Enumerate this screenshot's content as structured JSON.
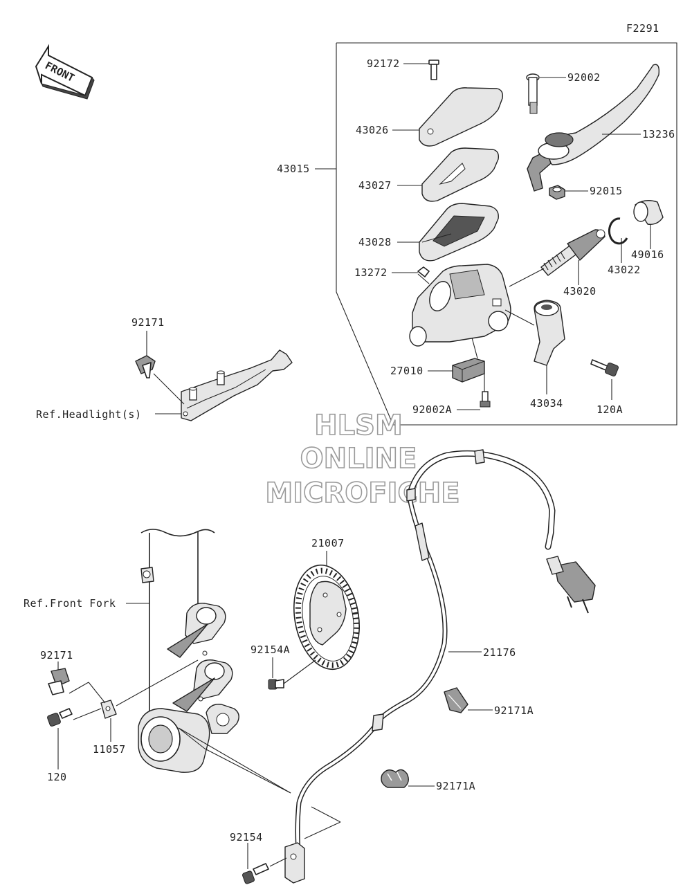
{
  "diagram_code": "F2291",
  "front_label": "FRONT",
  "watermark": {
    "line1": "HLSM",
    "line2": "ONLINE",
    "line3": "MICROFICHE"
  },
  "refs": {
    "headlight": "Ref.Headlight(s)",
    "front_fork": "Ref.Front Fork"
  },
  "parts": [
    "92172",
    "92002",
    "43026",
    "13236",
    "43015",
    "43027",
    "92015",
    "49016",
    "43028",
    "43022",
    "13272",
    "43020",
    "27010",
    "43034",
    "92002A",
    "120A",
    "92171",
    "21007",
    "21176",
    "92154A",
    "92171",
    "11057",
    "120",
    "92171A",
    "92171A",
    "92154"
  ]
}
